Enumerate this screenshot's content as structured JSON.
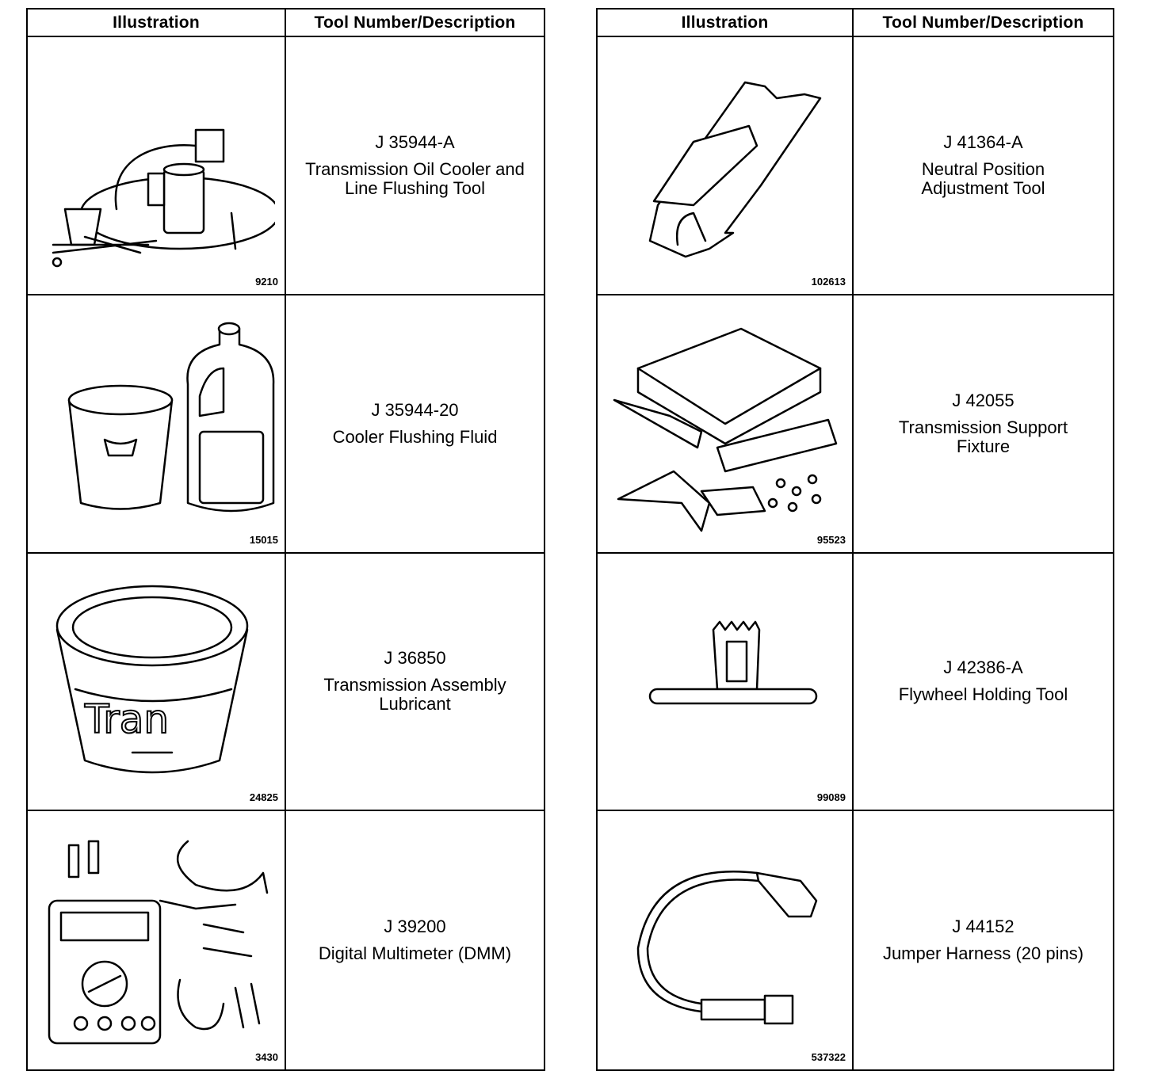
{
  "headers": {
    "illustration": "Illustration",
    "tool": "Tool Number/Description"
  },
  "left": [
    {
      "number": "J 35944-A",
      "description": [
        "Transmission Oil Cooler and",
        "Line Flushing Tool"
      ],
      "figure": "9210",
      "icon": "flushing-tool-icon"
    },
    {
      "number": "J 35944-20",
      "description": [
        "Cooler Flushing Fluid"
      ],
      "figure": "15015",
      "icon": "fluid-jug-icon"
    },
    {
      "number": "J 36850",
      "description": [
        "Transmission Assembly",
        "Lubricant"
      ],
      "figure": "24825",
      "icon": "lubricant-tub-icon"
    },
    {
      "number": "J 39200",
      "description": [
        "Digital Multimeter (DMM)"
      ],
      "figure": "3430",
      "icon": "multimeter-icon"
    }
  ],
  "right": [
    {
      "number": "J 41364-A",
      "description": [
        "Neutral Position",
        "Adjustment Tool"
      ],
      "figure": "102613",
      "icon": "adjustment-tool-icon"
    },
    {
      "number": "J 42055",
      "description": [
        "Transmission Support",
        "Fixture"
      ],
      "figure": "95523",
      "icon": "support-fixture-icon"
    },
    {
      "number": "J 42386-A",
      "description": [
        "Flywheel Holding Tool"
      ],
      "figure": "99089",
      "icon": "flywheel-tool-icon"
    },
    {
      "number": "J 44152",
      "description": [
        "Jumper Harness (20 pins)"
      ],
      "figure": "537322",
      "icon": "jumper-harness-icon"
    }
  ]
}
